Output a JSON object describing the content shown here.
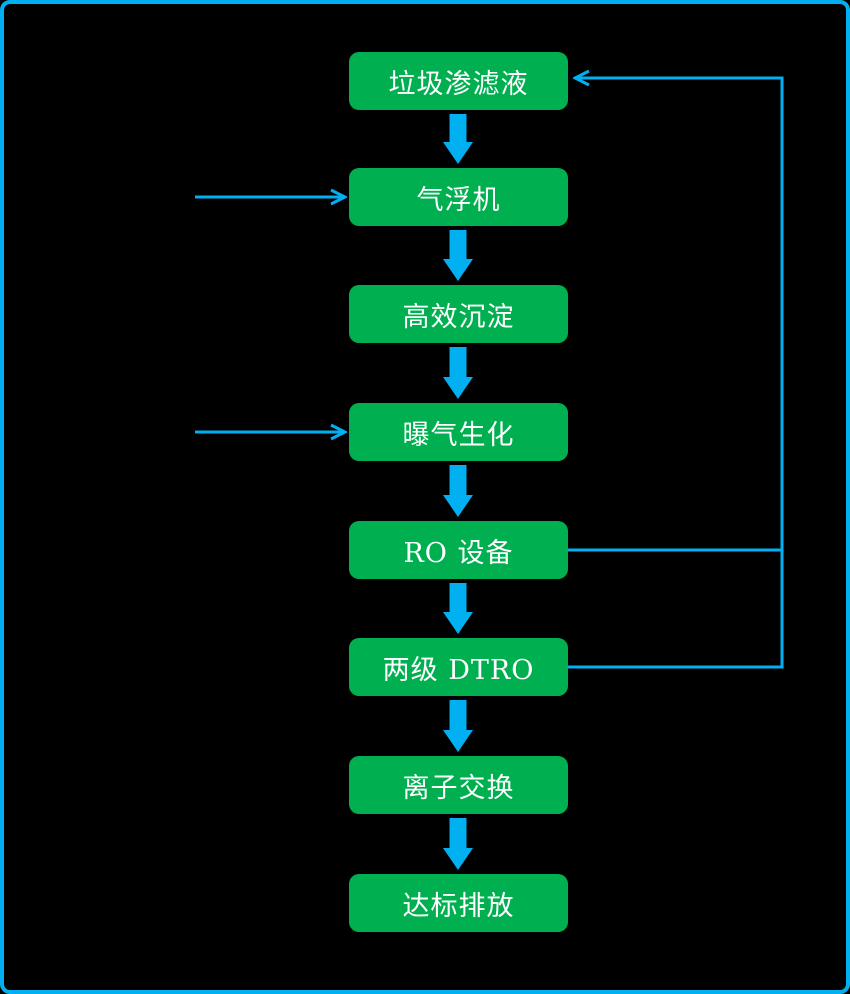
{
  "colors": {
    "node_fill": "#00B050",
    "arrow_blue": "#00B0F0",
    "border_blue": "#00B0F0",
    "background": "#000000",
    "node_text": "#FFFFFF"
  },
  "nodes": [
    {
      "label": "垃圾渗滤液"
    },
    {
      "label": "气浮机"
    },
    {
      "label": "高效沉淀"
    },
    {
      "label": "曝气生化"
    },
    {
      "label": "RO 设备"
    },
    {
      "label": "两级 DTRO"
    },
    {
      "label": "离子交换"
    },
    {
      "label": "达标排放"
    }
  ],
  "edges": [
    {
      "from": "垃圾渗滤液",
      "to": "气浮机",
      "style": "block-arrow"
    },
    {
      "from": "气浮机",
      "to": "高效沉淀",
      "style": "block-arrow"
    },
    {
      "from": "高效沉淀",
      "to": "曝气生化",
      "style": "block-arrow"
    },
    {
      "from": "曝气生化",
      "to": "RO 设备",
      "style": "block-arrow"
    },
    {
      "from": "RO 设备",
      "to": "两级 DTRO",
      "style": "block-arrow"
    },
    {
      "from": "两级 DTRO",
      "to": "离子交换",
      "style": "block-arrow"
    },
    {
      "from": "离子交换",
      "to": "达标排放",
      "style": "block-arrow"
    },
    {
      "from": "external-left",
      "to": "气浮机",
      "style": "thin-arrow"
    },
    {
      "from": "external-left",
      "to": "曝气生化",
      "style": "thin-arrow"
    },
    {
      "from": "RO 设备",
      "to": "垃圾渗滤液",
      "style": "thin-return-line"
    },
    {
      "from": "两级 DTRO",
      "to": "垃圾渗滤液",
      "style": "thin-return-line"
    }
  ]
}
